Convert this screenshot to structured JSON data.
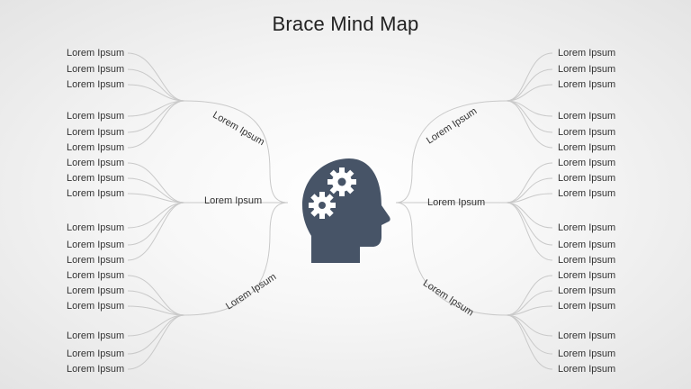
{
  "title": "Brace Mind Map",
  "central_icon": "head-with-gears-icon",
  "colors": {
    "icon": "#475467",
    "line": "#c9c9c9",
    "text": "#333333"
  },
  "branches": {
    "left_top": "Lorem Ipsum",
    "left_middle": "Lorem Ipsum",
    "left_bottom": "Lorem Ipsum",
    "right_top": "Lorem Ipsum",
    "right_middle": "Lorem Ipsum",
    "right_bottom": "Lorem Ipsum"
  },
  "left_items": [
    "Lorem Ipsum",
    "Lorem Ipsum",
    "Lorem Ipsum",
    "Lorem Ipsum",
    "Lorem Ipsum",
    "Lorem Ipsum",
    "Lorem Ipsum",
    "Lorem Ipsum",
    "Lorem Ipsum",
    "Lorem Ipsum",
    "Lorem Ipsum",
    "Lorem Ipsum",
    "Lorem Ipsum",
    "Lorem Ipsum",
    "Lorem Ipsum",
    "Lorem Ipsum",
    "Lorem Ipsum",
    "Lorem Ipsum"
  ],
  "right_items": [
    "Lorem Ipsum",
    "Lorem Ipsum",
    "Lorem Ipsum",
    "Lorem Ipsum",
    "Lorem Ipsum",
    "Lorem Ipsum",
    "Lorem Ipsum",
    "Lorem Ipsum",
    "Lorem Ipsum",
    "Lorem Ipsum",
    "Lorem Ipsum",
    "Lorem Ipsum",
    "Lorem Ipsum",
    "Lorem Ipsum",
    "Lorem Ipsum",
    "Lorem Ipsum",
    "Lorem Ipsum",
    "Lorem Ipsum"
  ]
}
